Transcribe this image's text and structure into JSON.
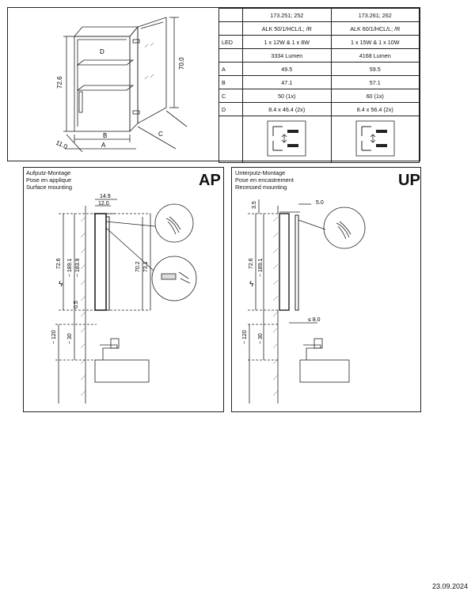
{
  "table": {
    "header": [
      "173.251; 252",
      "173.261; 262"
    ],
    "rows": [
      {
        "label": "",
        "c1": "ALK 50/1/HCL/L; /R",
        "c2": "ALK 60/1/HCL/L; /R"
      },
      {
        "label": "LED",
        "c1": "1 x 12W & 1 x 8W",
        "c2": "1 x 15W & 1 x 10W"
      },
      {
        "label": "",
        "c1": "3334 Lumen",
        "c2": "4168 Lumen"
      },
      {
        "label": "A",
        "c1": "49.5",
        "c2": "59.5"
      },
      {
        "label": "B",
        "c1": "47.1",
        "c2": "57.1"
      },
      {
        "label": "C",
        "c1": "50 (1x)",
        "c2": "60 (1x)"
      },
      {
        "label": "D",
        "c1": "8.4 x 46.4 (2x)",
        "c2": "8.4 x 56.4 (2x)"
      }
    ]
  },
  "cabinet": {
    "shelf_label": "D",
    "dim_height": "72.6",
    "dim_door_height": "70.0",
    "dim_depth": "11.0",
    "dim_a": "A",
    "dim_b": "B",
    "dim_c": "C"
  },
  "surface": {
    "title_de": "Aufputz-Montage",
    "title_fr": "Pose en applique",
    "title_en": "Surface mounting",
    "code": "AP",
    "dims": {
      "d14_9": "14.9",
      "d12_0": "12.0",
      "d72_6": "72.6",
      "d189_1": "~ 189.1",
      "d183_9": "~ 183.9",
      "d70_2": "70.2",
      "d73_1": "73.1",
      "d0_5": "0.5",
      "d120": "~ 120",
      "d30": "~ 30"
    }
  },
  "recessed": {
    "title_de": "Unterputz-Montage",
    "title_fr": "Pose en encastrement",
    "title_en": "Recessed mounting",
    "code": "UP",
    "dims": {
      "d3_5": "3.5",
      "d5_0": "5.0",
      "d72_6": "72.6",
      "d189_1": "~ 189.1",
      "d8_0": "≤ 8.0",
      "d120": "~ 120",
      "d30": "~ 30"
    }
  },
  "footer": {
    "date": "23.09.2024"
  }
}
